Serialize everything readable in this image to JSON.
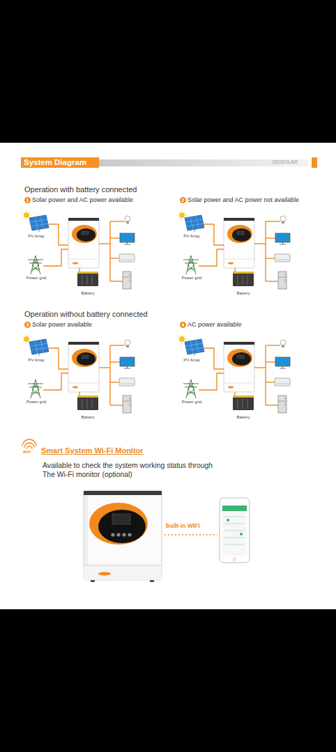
{
  "diagram": {
    "title": "System Diagram",
    "nodes": [
      {
        "text": [
          "PV Array"
        ]
      },
      {
        "text": [
          "Power grid"
        ]
      },
      {
        "text": [
          "Battery"
        ]
      },
      {
        "text": [
          "PV Array"
        ]
      },
      {
        "text": [
          "Power grid"
        ]
      },
      {
        "text": [
          "Battery"
        ]
      },
      {
        "text": [
          "PV Array"
        ]
      },
      {
        "text": [
          "Power grid"
        ]
      },
      {
        "text": [
          "Battery"
        ]
      },
      {
        "text": [
          "PV Array"
        ]
      },
      {
        "text": [
          "Power grid"
        ]
      },
      {
        "text": [
          "Battery"
        ]
      }
    ],
    "labels": [
      "JSDSOLAR",
      "Operation with battery connected",
      "1",
      "Solar power and AC power available",
      "2",
      "Solar power and AC power not available",
      "Operation without battery connected",
      "3",
      "Solar power available",
      "4",
      "AC power available",
      "WiFi",
      "Smart System Wi-Fi Monitor",
      "Available to check the system working status through The Wi-Fi monitor (optional)",
      "built-in WIFI"
    ]
  }
}
